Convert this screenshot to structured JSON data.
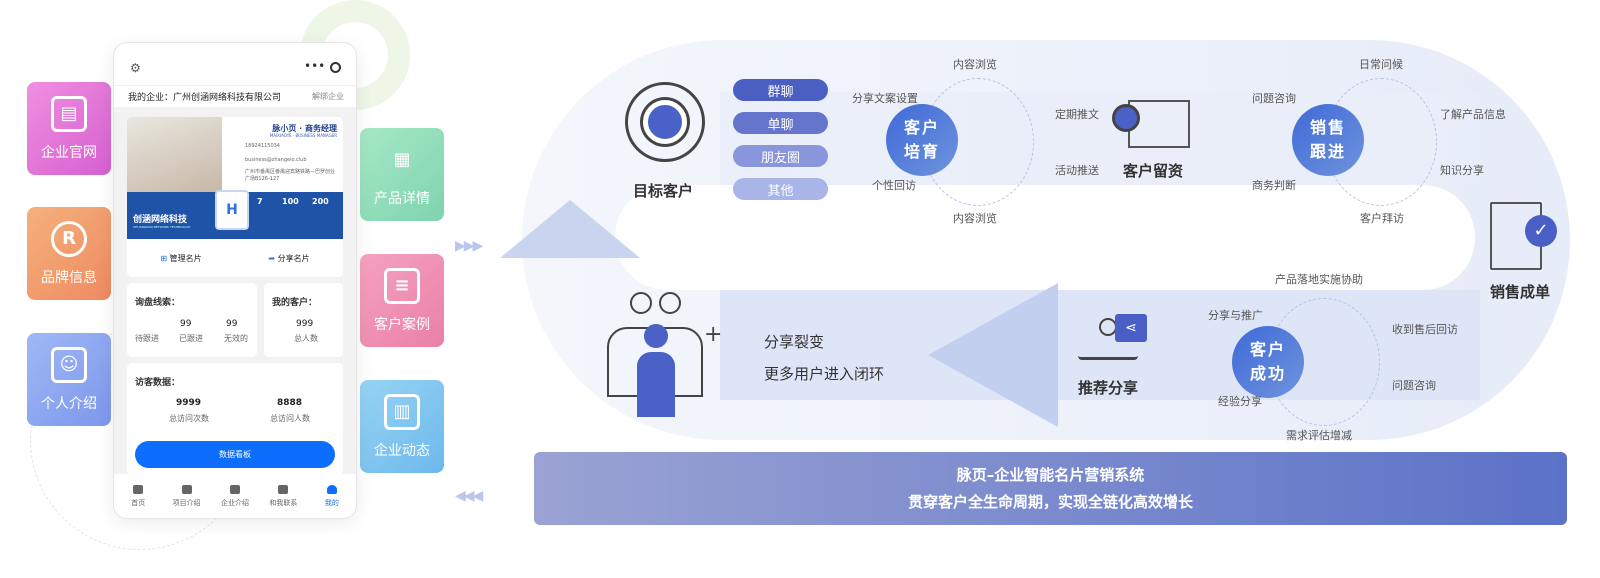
{
  "left_tiles": [
    {
      "label": "企业官网",
      "icon": "building-icon",
      "color": "#e779d9"
    },
    {
      "label": "品牌信息",
      "icon": "registered-icon",
      "color": "#f29a6c"
    },
    {
      "label": "个人介绍",
      "icon": "id-card-icon",
      "color": "#8aa8f0"
    }
  ],
  "right_tiles": [
    {
      "label": "产品详情",
      "icon": "grid-icon",
      "color": "#8ddcb4"
    },
    {
      "label": "客户案例",
      "icon": "document-icon",
      "color": "#ef8db0"
    },
    {
      "label": "企业动态",
      "icon": "news-icon",
      "color": "#7fc4ef"
    }
  ],
  "phone": {
    "company_label": "我的企业：广州创涵网络科技有限公司",
    "unbind": "解绑企业",
    "card": {
      "name_title": "脉小页 · 商务经理",
      "en": "MAIXIAOYE · BUSINESS MANAGER",
      "phone": "18924115034",
      "email": "business@zhangeio.club",
      "address": "广州市番禺区番禺迎宾路铁路—巴罗创业广场B126-127",
      "brand": "创涵网络科技",
      "brand_en": "CHUANGHAN NETWORK TECHNOLOGY",
      "stats": [
        "7",
        "100",
        "200"
      ]
    },
    "manage": "管理名片",
    "share": "分享名片",
    "leads": {
      "title": "询盘线索：",
      "items": [
        {
          "value": "",
          "label": "待跟进"
        },
        {
          "value": "99",
          "label": "已跟进"
        },
        {
          "value": "99",
          "label": "无效的"
        }
      ]
    },
    "customers": {
      "title": "我的客户：",
      "value": "999",
      "label": "总人数"
    },
    "visitors": {
      "title": "访客数据：",
      "items": [
        {
          "value": "9999",
          "label": "总访问次数"
        },
        {
          "value": "8888",
          "label": "总访问人数"
        }
      ]
    },
    "dashboard_btn": "数据看板",
    "nav": [
      {
        "label": "首页",
        "icon": "home-icon"
      },
      {
        "label": "项目介绍",
        "icon": "book-icon"
      },
      {
        "label": "企业介绍",
        "icon": "briefcase-icon"
      },
      {
        "label": "和我联系",
        "icon": "handshake-icon"
      },
      {
        "label": "我的",
        "icon": "user-icon",
        "active": true
      }
    ]
  },
  "flow": {
    "target": "目标客户",
    "channels": [
      "群聊",
      "单聊",
      "朋友圈",
      "其他"
    ],
    "nurture": {
      "title": [
        "客户",
        "培育"
      ],
      "labels": [
        "内容浏览",
        "分享文案设置",
        "定期推文",
        "活动推送",
        "个性回访",
        "内容浏览"
      ]
    },
    "retain": "客户留资",
    "follow": {
      "title": [
        "销售",
        "跟进"
      ],
      "labels": [
        "日常问候",
        "问题咨询",
        "了解产品信息",
        "知识分享",
        "商务判断",
        "客户拜访"
      ]
    },
    "deal": "销售成单",
    "success": {
      "title": [
        "客户",
        "成功"
      ],
      "labels": [
        "产品落地实施协助",
        "分享与推广",
        "收到售后回访",
        "问题咨询",
        "经验分享",
        "需求评估增减"
      ]
    },
    "recommend": "推荐分享",
    "fission": [
      "分享裂变",
      "更多用户进入闭环"
    ]
  },
  "banner": {
    "line1": "脉页–企业智能名片营销系统",
    "line2": "贯穿客户全生命周期，实现全链化高效增长"
  },
  "colors": {
    "accent": "#3f6ad8",
    "button": "#0d6efd",
    "banner_start": "#9aa3d3",
    "banner_end": "#5c72c8"
  }
}
